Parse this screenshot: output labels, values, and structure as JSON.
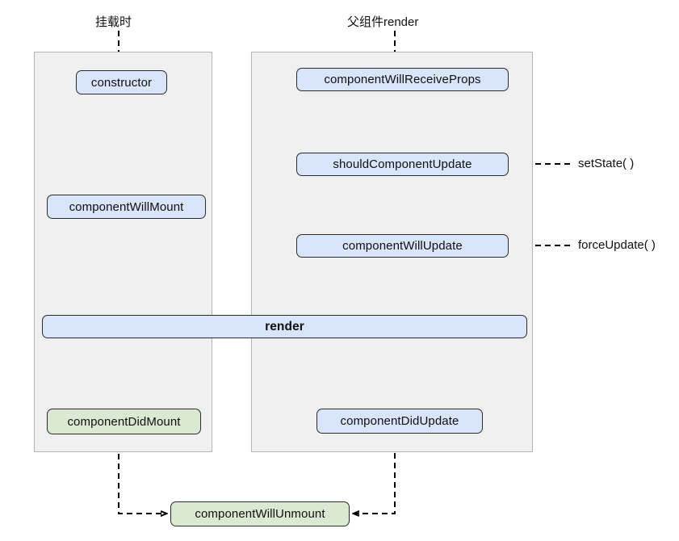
{
  "diagram": {
    "title_mount": "挂载时",
    "title_update": "父组件render",
    "colors": {
      "node_blue_fill": "#d9e5fb",
      "node_green_fill": "#dbe8d2",
      "node_stroke": "#2b2b2b",
      "panel_fill": "#f0f0f0",
      "panel_stroke": "#b5b5b5",
      "connector": "#000000",
      "page_background": "#ffffff"
    },
    "mount_column": {
      "entry_label": "挂载时",
      "nodes": [
        {
          "label": "constructor",
          "style": "blue"
        },
        {
          "label": "componentWillMount",
          "style": "blue"
        },
        {
          "label": "componentDidMount",
          "style": "green"
        }
      ]
    },
    "update_column": {
      "entry_label": "父组件render",
      "nodes": [
        {
          "label": "componentWillReceiveProps",
          "style": "blue"
        },
        {
          "label": "shouldComponentUpdate",
          "style": "blue"
        },
        {
          "label": "componentWillUpdate",
          "style": "blue"
        },
        {
          "label": "componentDidUpdate",
          "style": "blue"
        }
      ]
    },
    "shared": {
      "render_label": "render",
      "unmount_label": "componentWillUnmount"
    },
    "triggers": [
      {
        "label": "setState( )",
        "targets": "shouldComponentUpdate"
      },
      {
        "label": "forceUpdate( )",
        "targets": "componentWillUpdate"
      }
    ]
  }
}
